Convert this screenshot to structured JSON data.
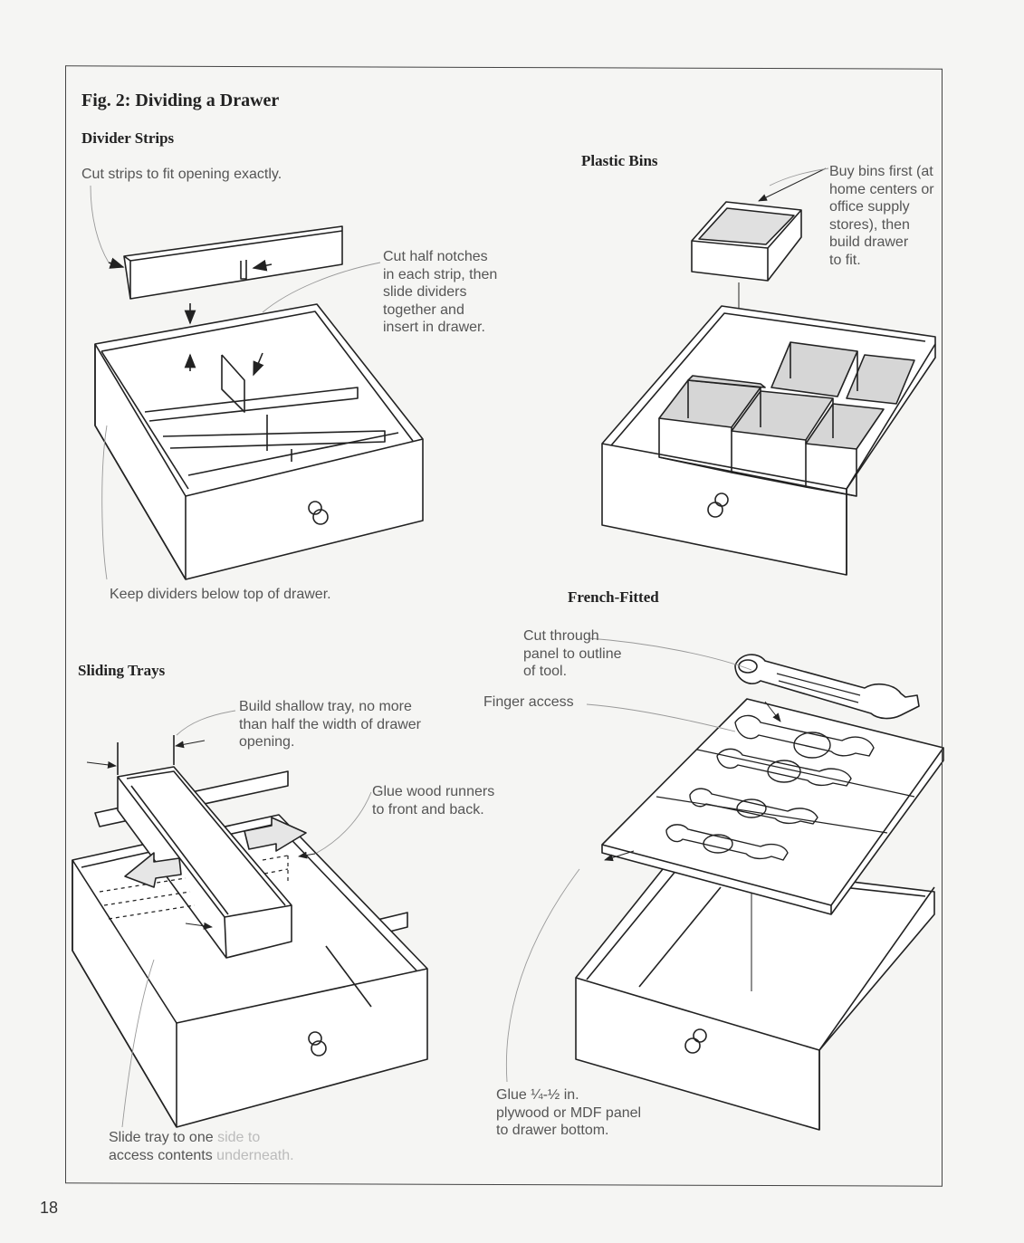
{
  "figure_title": "Fig. 2: Dividing a Drawer",
  "sections": {
    "divider_strips": {
      "title": "Divider Strips",
      "callouts": {
        "cut_strips": "Cut strips to fit opening exactly.",
        "half_notches": "Cut half notches\nin each strip, then\nslide dividers\ntogether and\ninsert in drawer.",
        "keep_below": "Keep dividers below top of drawer."
      }
    },
    "plastic_bins": {
      "title": "Plastic Bins",
      "callouts": {
        "buy_bins": "Buy bins first (at\nhome centers or\noffice supply\nstores), then\nbuild drawer\nto fit."
      }
    },
    "sliding_trays": {
      "title": "Sliding Trays",
      "callouts": {
        "build_tray": "Build shallow tray, no more\nthan half the width of drawer\nopening.",
        "glue_runners": "Glue wood runners\nto front and back.",
        "slide_tray_a": "Slide tray to one ",
        "slide_tray_b": "side to",
        "slide_tray_c": "access contents ",
        "slide_tray_d": "underneath."
      }
    },
    "french_fitted": {
      "title": "French-Fitted",
      "callouts": {
        "cut_through": "Cut through\npanel to outline\nof tool.",
        "finger_access": "Finger access",
        "glue_panel": "Glue ¼-½ in.\nplywood or MDF panel\nto drawer bottom."
      }
    }
  },
  "page_number": "18"
}
